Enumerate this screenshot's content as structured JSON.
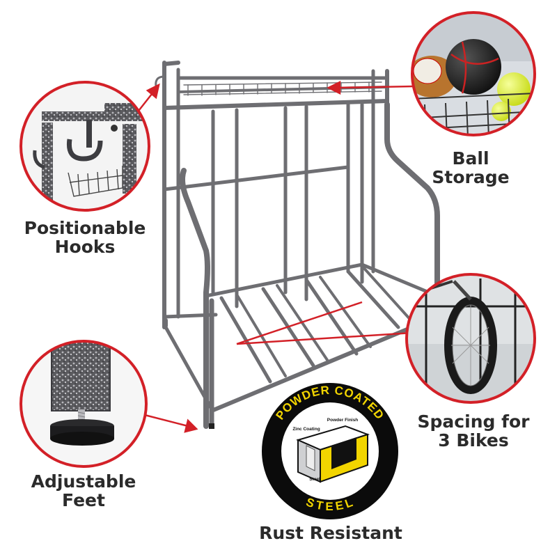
{
  "callouts": {
    "hooks": {
      "line1": "Positionable",
      "line2": "Hooks"
    },
    "ball": {
      "line1": "Ball",
      "line2": "Storage"
    },
    "spacing": {
      "line1": "Spacing for",
      "line2": "3 Bikes"
    },
    "feet": {
      "line1": "Adjustable",
      "line2": "Feet"
    },
    "rust": {
      "label": "Rust Resistant"
    }
  },
  "badge": {
    "top_text": "POWDER COATED",
    "bottom_text": "STEEL",
    "zinc_label": "Zinc Coating",
    "powder_label": "Powder Finish",
    "steel_label": "Steel"
  },
  "colors": {
    "accent_red": "#d32027",
    "frame_gray": "#6e6e72",
    "badge_yellow": "#f2d500",
    "text_dark": "#2b2b2b"
  }
}
